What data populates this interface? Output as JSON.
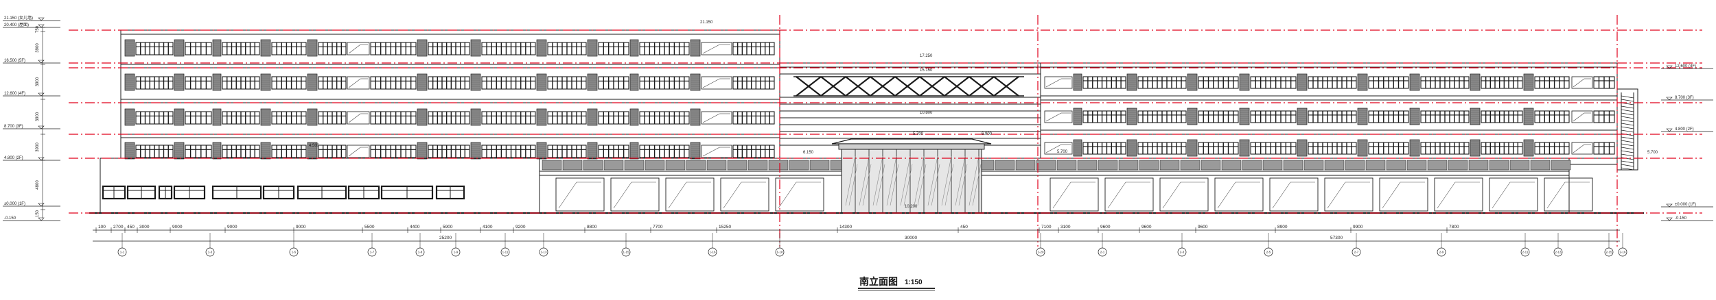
{
  "drawing": {
    "title": "南立面图",
    "scale": "1:150"
  },
  "levels": [
    {
      "label": "21.150 (女儿墙)"
    },
    {
      "label": "20.400 (屋面)"
    },
    {
      "label": "16.500 (5F)"
    },
    {
      "label": "12.600 (4F)"
    },
    {
      "label": "8.700 (3F)"
    },
    {
      "label": "4.800 (2F)"
    },
    {
      "label": "±0.000 (1F)"
    },
    {
      "label": "-0.150"
    }
  ],
  "right_levels": [
    {
      "label": "12.600 (4F)"
    },
    {
      "label": "8.700 (3F)"
    },
    {
      "label": "4.800 (2F)"
    },
    {
      "label": "±0.000 (1F)"
    },
    {
      "label": "-0.150"
    }
  ],
  "vertical_dims": [
    "750",
    "3900",
    "3900",
    "3900",
    "3900",
    "4800",
    "150"
  ],
  "annotations": [
    "21.150",
    "17.250",
    "15.150",
    "10.800",
    "6.900",
    "5.700",
    "6.150",
    "4.500",
    "5.700",
    "5.700",
    "10.200"
  ],
  "bottom_dims": [
    "100",
    "2700",
    "450",
    "3000",
    "9000",
    "9000",
    "9000",
    "5500",
    "4400",
    "5900",
    "4100",
    "9200",
    "8800",
    "7700",
    "15250",
    "14300",
    "450",
    "7100",
    "3100",
    "9600",
    "9600",
    "9600",
    "8900",
    "9900",
    "7800"
  ],
  "total_dims": [
    "25200",
    "30000",
    "57300"
  ],
  "axes": [
    "1-1",
    "1-3",
    "1-5",
    "1-7",
    "1-8",
    "1-9",
    "1-11",
    "1-13",
    "1-15",
    "1-16",
    "1-18",
    "1-20",
    "2-1",
    "2-3",
    "2-5",
    "2-7",
    "2-9",
    "2-11",
    "2-13",
    "2-15",
    "2-16"
  ],
  "colors": {
    "line": "#1a1a1a",
    "red_guide": "#e0001b",
    "glass": "#d8d8d8",
    "panel": "#8a8a8a"
  }
}
